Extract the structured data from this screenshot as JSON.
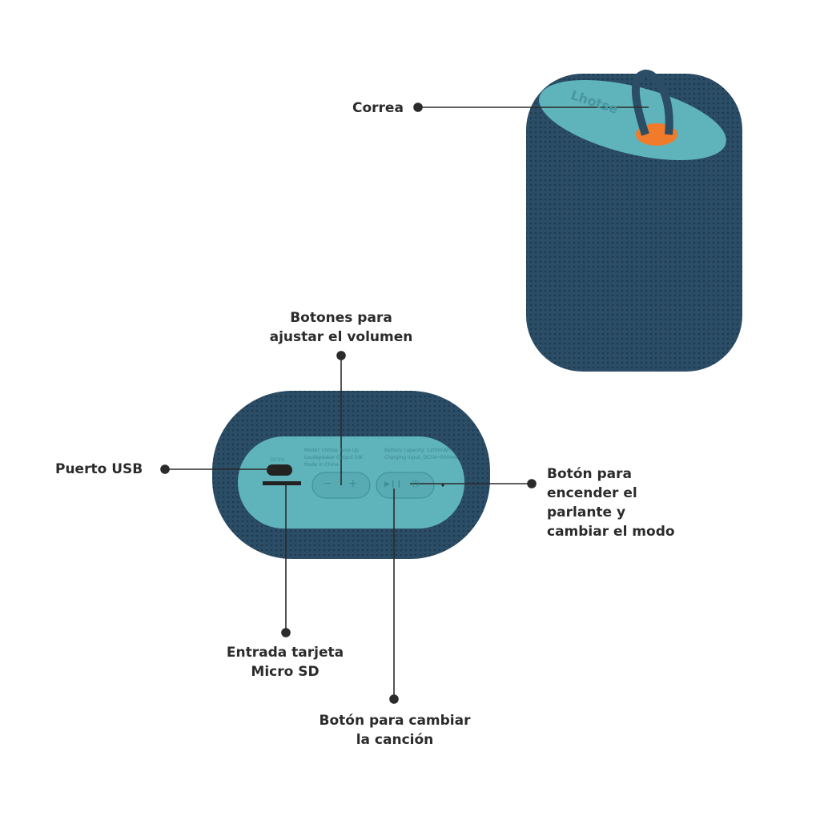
{
  "labels": {
    "strap": "Correa",
    "volume": "Botones para\najustar el volumen",
    "usb": "Puerto USB",
    "power": "Botón para\nencender el\nparlante y\ncambiar el modo",
    "microsd": "Entrada tarjeta\nMicro SD",
    "track": "Botón para cambiar\nla canción"
  },
  "device": {
    "brand": "Lhotse",
    "port_label": "DC5V",
    "spec_left": "Model: Lhotse Tune Up\nLoudspeaker Output 5W\nMade in China",
    "spec_right": "Battery capacity: 1200mAh\nCharging input: DC5V⎓500mA",
    "minus": "−",
    "plus": "+",
    "play_pause": "▶❙❙",
    "power_icon": "⏻"
  },
  "colors": {
    "mesh": "#2b4d66",
    "panel": "#5fb3bb",
    "accent": "#f07b2a",
    "line": "#2b2b2b"
  }
}
